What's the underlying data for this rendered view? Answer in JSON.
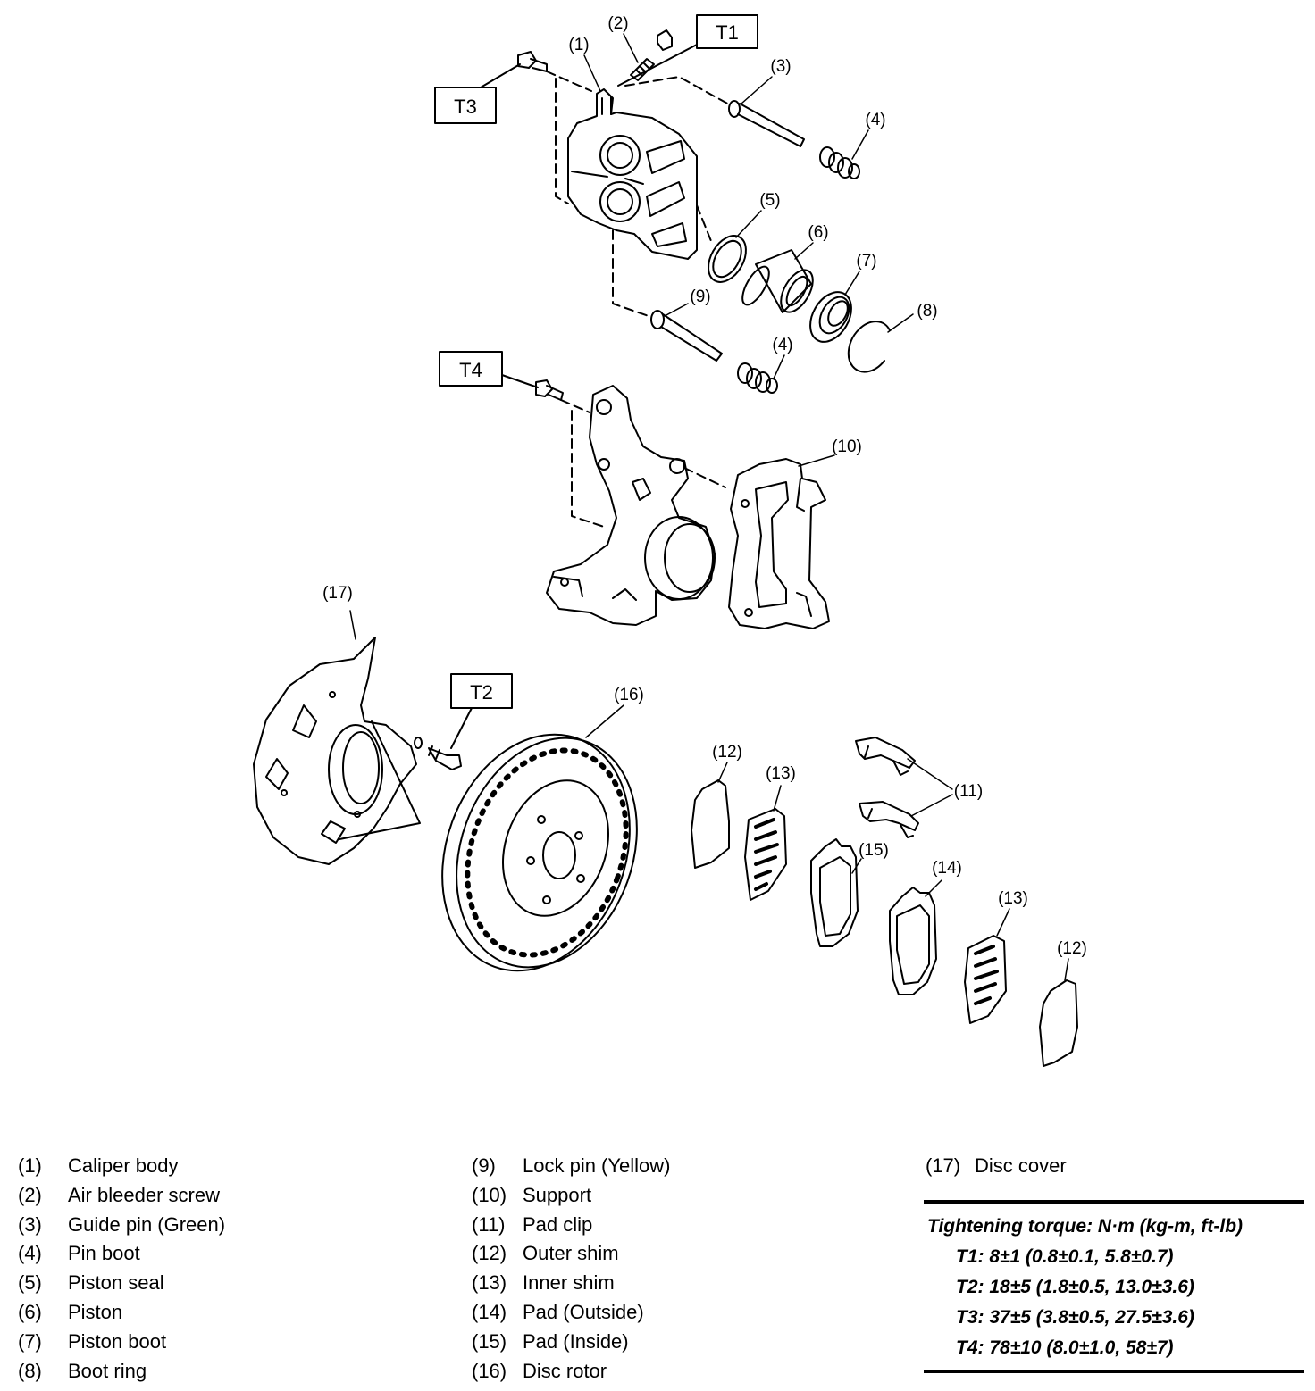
{
  "torque_tags": {
    "t1": "T1",
    "t2": "T2",
    "t3": "T3",
    "t4": "T4"
  },
  "callouts": {
    "c1": "(1)",
    "c2": "(2)",
    "c3": "(3)",
    "c4a": "(4)",
    "c4b": "(4)",
    "c5": "(5)",
    "c6": "(6)",
    "c7": "(7)",
    "c8": "(8)",
    "c9": "(9)",
    "c10": "(10)",
    "c11": "(11)",
    "c12a": "(12)",
    "c12b": "(12)",
    "c13a": "(13)",
    "c13b": "(13)",
    "c14": "(14)",
    "c15": "(15)",
    "c16": "(16)",
    "c17": "(17)"
  },
  "legend": {
    "col1": [
      {
        "num": "(1)",
        "text": "Caliper body"
      },
      {
        "num": "(2)",
        "text": "Air bleeder screw"
      },
      {
        "num": "(3)",
        "text": "Guide pin (Green)"
      },
      {
        "num": "(4)",
        "text": "Pin boot"
      },
      {
        "num": "(5)",
        "text": "Piston seal"
      },
      {
        "num": "(6)",
        "text": "Piston"
      },
      {
        "num": "(7)",
        "text": "Piston boot"
      },
      {
        "num": "(8)",
        "text": "Boot ring"
      }
    ],
    "col2": [
      {
        "num": "(9)",
        "text": "Lock pin (Yellow)"
      },
      {
        "num": "(10)",
        "text": "Support"
      },
      {
        "num": "(11)",
        "text": "Pad clip"
      },
      {
        "num": "(12)",
        "text": "Outer shim"
      },
      {
        "num": "(13)",
        "text": "Inner shim"
      },
      {
        "num": "(14)",
        "text": "Pad (Outside)"
      },
      {
        "num": "(15)",
        "text": "Pad (Inside)"
      },
      {
        "num": "(16)",
        "text": "Disc rotor"
      }
    ],
    "col3": [
      {
        "num": "(17)",
        "text": "Disc cover"
      }
    ]
  },
  "torque": {
    "title": "Tightening torque: N·m (kg-m, ft-lb)",
    "rows": [
      "T1: 8±1 (0.8±0.1, 5.8±0.7)",
      "T2: 18±5 (1.8±0.5, 13.0±3.6)",
      "T3: 37±5 (3.8±0.5, 27.5±3.6)",
      "T4: 78±10 (8.0±1.0, 58±7)"
    ]
  }
}
